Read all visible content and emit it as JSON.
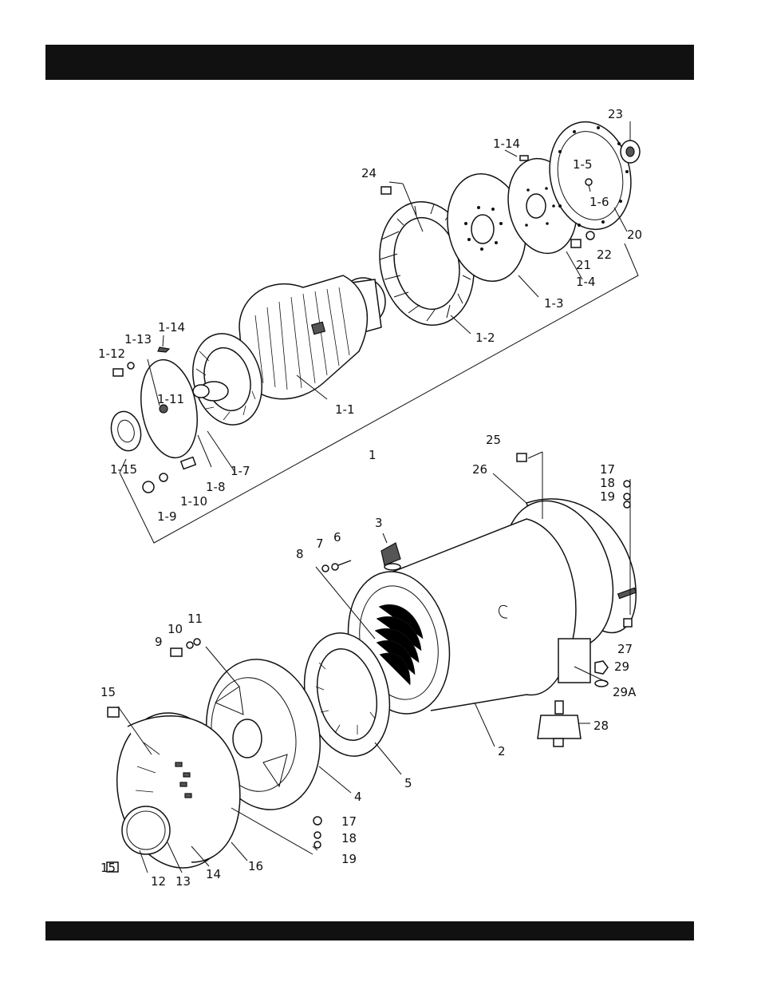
{
  "header": {
    "title": ""
  },
  "footer": {
    "text": ""
  },
  "callouts": {
    "c1": "1",
    "c1_1": "1-1",
    "c1_2": "1-2",
    "c1_3": "1-3",
    "c1_4": "1-4",
    "c1_5": "1-5",
    "c1_6": "1-6",
    "c1_7": "1-7",
    "c1_8": "1-8",
    "c1_9": "1-9",
    "c1_10": "1-10",
    "c1_11": "1-11",
    "c1_12": "1-12",
    "c1_13": "1-13",
    "c1_14a": "1-14",
    "c1_14b": "1-14",
    "c1_15": "1-15",
    "c2": "2",
    "c3": "3",
    "c4": "4",
    "c5": "5",
    "c6": "6",
    "c7": "7",
    "c8": "8",
    "c9": "9",
    "c10": "10",
    "c11": "11",
    "c12": "12",
    "c13": "13",
    "c14": "14",
    "c15a": "15",
    "c15b": "15",
    "c16": "16",
    "c17a": "17",
    "c17b": "17",
    "c18a": "18",
    "c18b": "18",
    "c19a": "19",
    "c19b": "19",
    "c20": "20",
    "c21": "21",
    "c22": "22",
    "c23": "23",
    "c24": "24",
    "c25": "25",
    "c26": "26",
    "c27": "27",
    "c28": "28",
    "c29": "29",
    "c29a": "29A"
  }
}
